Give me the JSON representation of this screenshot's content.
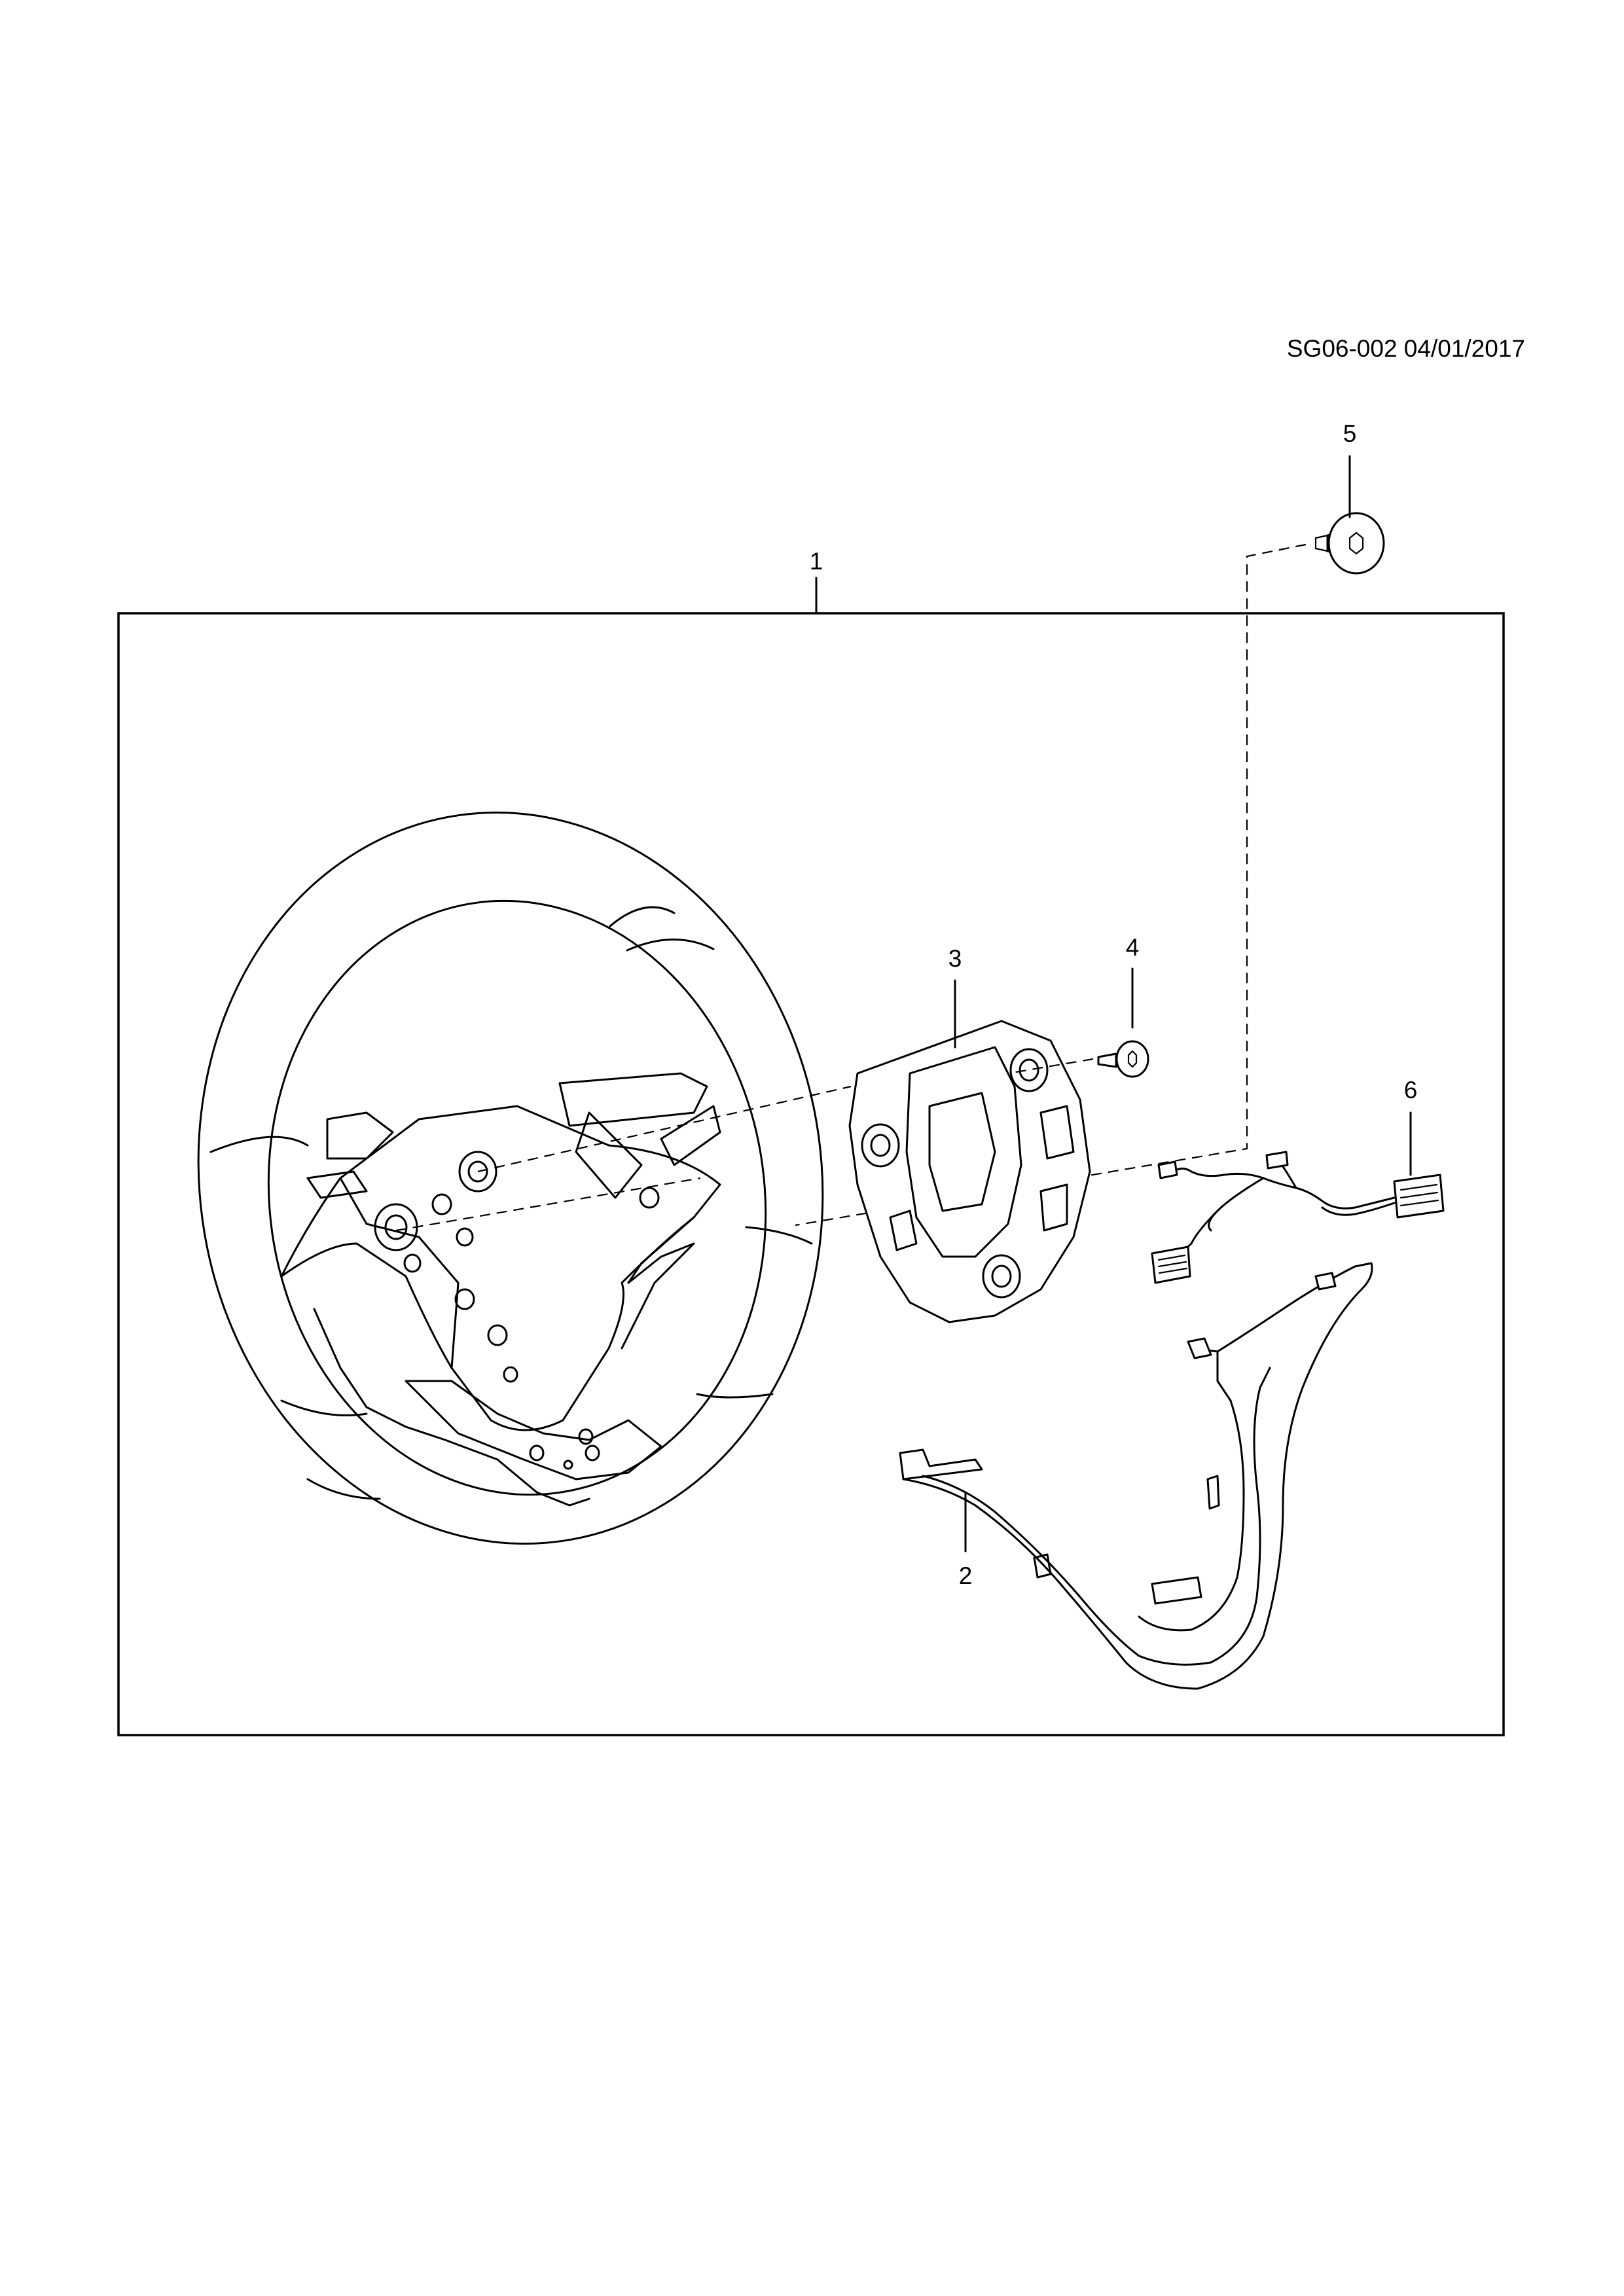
{
  "drawing_ref": "SG06-002 04/01/2017",
  "callouts": {
    "assembly": "1",
    "lower_trim": "2",
    "bracket": "3",
    "bracket_screw": "4",
    "cover_screw": "5",
    "wiring_harness": "6"
  }
}
